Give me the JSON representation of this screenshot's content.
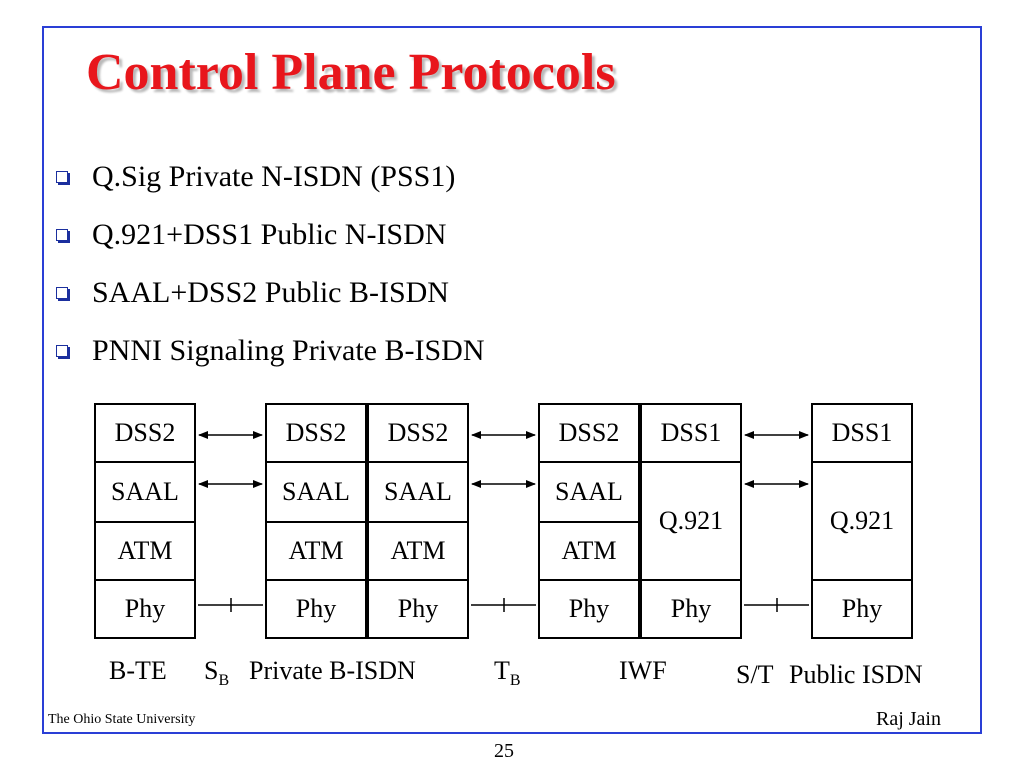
{
  "slide": {
    "title": "Control Plane Protocols",
    "bullets": [
      "Q.Sig Private N-ISDN (PSS1)",
      "Q.921+DSS1 Public N-ISDN",
      "SAAL+DSS2 Public B-ISDN",
      "PNNI Signaling Private B-ISDN"
    ],
    "footer_left": "The Ohio State University",
    "footer_right": "Raj Jain",
    "page_number": "25"
  },
  "colors": {
    "title": "#e8161c",
    "frame": "#2a3fd6",
    "bullet": "#1b2f9e"
  },
  "diagram": {
    "stacks": [
      {
        "id": "bte",
        "layers": [
          "DSS2",
          "SAAL",
          "ATM",
          "Phy"
        ]
      },
      {
        "id": "priv-a",
        "layers": [
          "DSS2",
          "SAAL",
          "ATM",
          "Phy"
        ]
      },
      {
        "id": "priv-b",
        "layers": [
          "DSS2",
          "SAAL",
          "ATM",
          "Phy"
        ]
      },
      {
        "id": "iwf-a",
        "layers": [
          "DSS2",
          "SAAL",
          "ATM",
          "Phy"
        ]
      },
      {
        "id": "iwf-b",
        "layers": [
          "DSS1",
          "Q.921",
          "Phy"
        ]
      },
      {
        "id": "pub",
        "layers": [
          "DSS1",
          "Q.921",
          "Phy"
        ]
      }
    ],
    "labels": {
      "bte": "B-TE",
      "sb_main": "S",
      "sb_sub": "B",
      "private": "Private B-ISDN",
      "tb_main": "T",
      "tb_sub": "B",
      "iwf": "IWF",
      "st": "S/T",
      "public": "Public ISDN"
    }
  }
}
